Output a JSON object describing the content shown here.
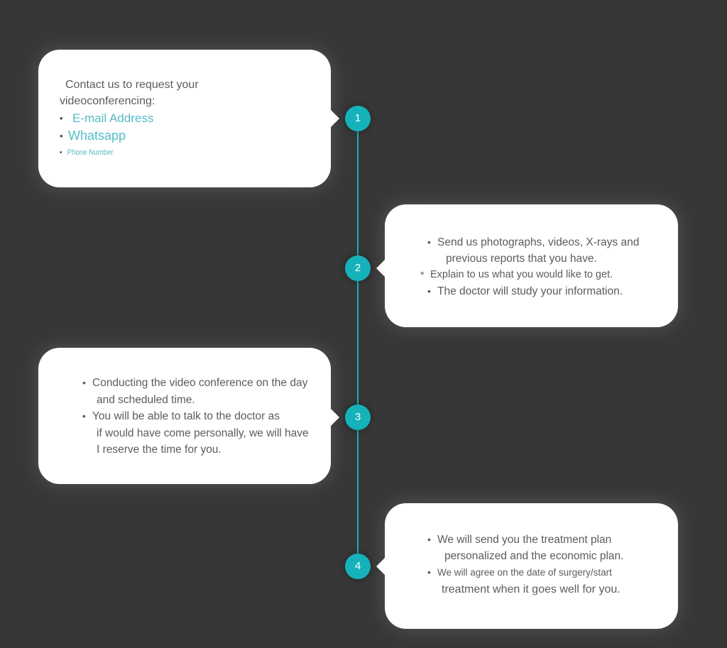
{
  "theme": {
    "background": "#373737",
    "card_background": "#ffffff",
    "accent": "#15b2ba",
    "accent_text": "#55bcc6",
    "body_text": "#5c5c5c",
    "node_number_color": "#ffffff"
  },
  "steps": [
    {
      "number": "1",
      "side": "left",
      "lead_line_1": "Contact us to request your",
      "lead_line_2": "videoconferencing:",
      "bullets": [
        {
          "marker": "•",
          "text": "E-mail Address",
          "continuation": ""
        },
        {
          "marker": "•",
          "text": "Whatsapp",
          "continuation": ""
        },
        {
          "marker": "•",
          "text": "Phone Number",
          "continuation": ""
        }
      ]
    },
    {
      "number": "2",
      "side": "right",
      "lead_line_1": "",
      "lead_line_2": "",
      "bullets": [
        {
          "marker": "•",
          "text": "Send us photographs, videos, X-rays and",
          "continuation": "previous reports that you have."
        },
        {
          "marker": "*",
          "text": "Explain to us what you would like to get.",
          "continuation": ""
        },
        {
          "marker": "•",
          "text": "The doctor will study your information.",
          "continuation": ""
        }
      ]
    },
    {
      "number": "3",
      "side": "left",
      "lead_line_1": "",
      "lead_line_2": "",
      "bullets": [
        {
          "marker": "•",
          "text": "Conducting the video conference on the day",
          "continuation": "and scheduled time."
        },
        {
          "marker": "•",
          "text": "You will be able to talk to the doctor as",
          "continuation": "if would have come personally, we will have"
        },
        {
          "marker": "",
          "text": "",
          "continuation": "I reserve the time for you."
        }
      ]
    },
    {
      "number": "4",
      "side": "right",
      "lead_line_1": "",
      "lead_line_2": "",
      "bullets": [
        {
          "marker": "•",
          "text": "We will send you the treatment plan",
          "continuation": "personalized and the economic plan."
        },
        {
          "marker": "•",
          "text": "We will agree on the date of surgery/start",
          "continuation": "treatment when it goes well for you."
        }
      ]
    }
  ]
}
